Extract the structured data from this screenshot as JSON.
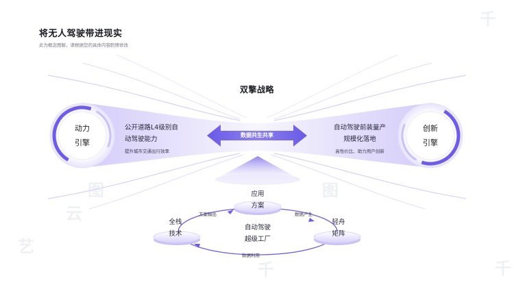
{
  "slide": {
    "title": "将无人驾驶带进现实",
    "subtitle": "此为概念图解，请根据您的具体内容酌情修改",
    "strategy_title": "双擎战略"
  },
  "left_engine": {
    "line1": "动力",
    "line2": "引擎",
    "desc_line1": "公开道路L4级别自",
    "desc_line2": "动驾驶能力",
    "desc_small": "提升城市交通出行效率"
  },
  "right_engine": {
    "line1": "创新",
    "line2": "引擎",
    "desc_line1": "自动驾驶前装量产",
    "desc_line2": "规模化落地",
    "desc_small": "高性价比、助力用户创新"
  },
  "center_arrow_label": "数据共生共享",
  "cycle": {
    "center_line1": "自动驾驶",
    "center_line2": "超级工厂",
    "top_node": {
      "line1": "应用",
      "line2": "方案"
    },
    "left_node": {
      "line1": "全栈",
      "line2": "技术"
    },
    "right_node": {
      "line1": "轻舟",
      "line2": "矩阵"
    },
    "edge_left_top": "方案输出",
    "edge_top_right": "数据产生",
    "edge_bottom": "数据利用"
  },
  "watermarks": [
    "千",
    "图",
    "云",
    "艺",
    "千",
    "图",
    "千"
  ],
  "colors": {
    "accent": "#6d5ce8",
    "accent_dark": "#5b4bd8",
    "accent_light": "#c9c2f7",
    "band": "#e4e0fb"
  }
}
